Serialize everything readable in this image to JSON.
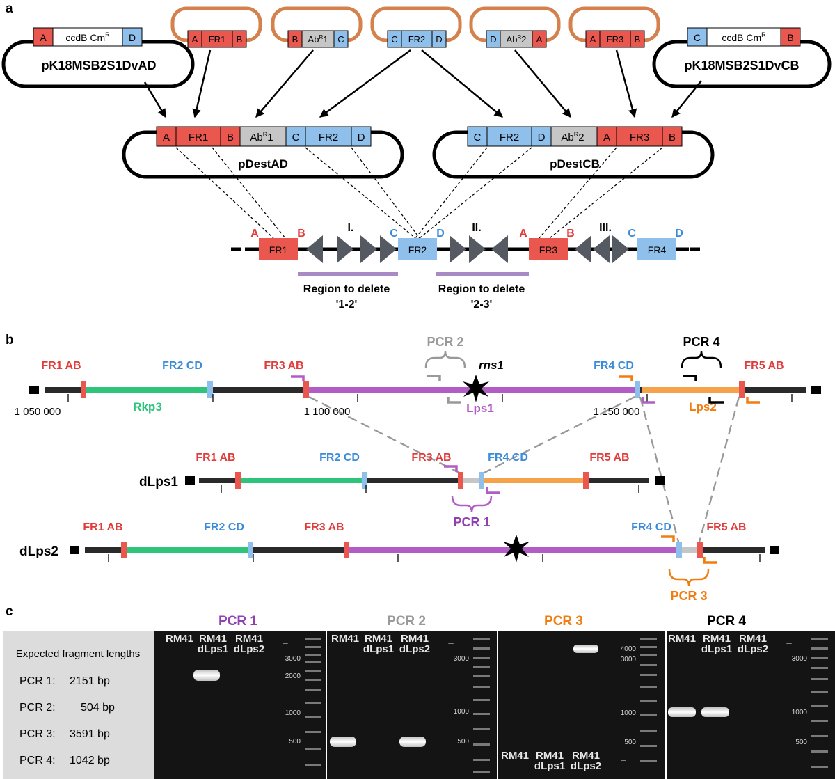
{
  "panel_labels": {
    "a": "a",
    "b": "b",
    "c": "c"
  },
  "colors": {
    "site_ab": "#e9574f",
    "site_cd": "#8fbfeb",
    "resistance": "#c6c6c6",
    "orange_loop": "#d4814e",
    "rkp3": "#2ec47b",
    "lps1": "#b25cc6",
    "lps2": "#f5a24a",
    "dark_arrow": "#555a62",
    "region_bar": "#a88bc4",
    "red_text": "#e03c3c",
    "blue_text": "#3c8bd9",
    "purple_text": "#9040b0",
    "gray_text": "#999999",
    "orange_text": "#f07d10",
    "gel_bg": "#141414",
    "caption_bg": "#dcdcdc"
  },
  "panel_a": {
    "vector_left": {
      "name": "pK18MSB2S1DvAD",
      "site1": "A",
      "site2": "D",
      "cassette": "ccdB Cm",
      "sup": "R"
    },
    "vector_right": {
      "name": "pK18MSB2S1DvCB",
      "site1": "C",
      "site2": "B",
      "cassette": "ccdB Cm",
      "sup": "R"
    },
    "modules": [
      {
        "left": "A",
        "mid": "FR1",
        "right": "B"
      },
      {
        "left": "B",
        "mid": "Ab",
        "sup": "R",
        "num": "1",
        "right": "C"
      },
      {
        "left": "C",
        "mid": "FR2",
        "right": "D"
      },
      {
        "left": "D",
        "mid": "Ab",
        "sup": "R",
        "num": "2",
        "right": "A"
      },
      {
        "left": "A",
        "mid": "FR3",
        "right": "B"
      }
    ],
    "dest_left": {
      "name": "pDestAD",
      "parts": [
        "A",
        "FR1",
        "B",
        "Ab",
        "C",
        "FR2",
        "D"
      ],
      "ab_sup": "R",
      "ab_num": "1"
    },
    "dest_right": {
      "name": "pDestCB",
      "parts": [
        "C",
        "FR2",
        "D",
        "Ab",
        "A",
        "FR3",
        "B"
      ],
      "ab_sup": "R",
      "ab_num": "2"
    },
    "genome": {
      "fr1": "FR1",
      "fr2": "FR2",
      "fr3": "FR3",
      "fr4": "FR4",
      "site_labels": [
        "A",
        "B",
        "C",
        "D",
        "A",
        "B",
        "C",
        "D"
      ],
      "region_numbers": [
        "I.",
        "II.",
        "III."
      ],
      "delete_1": {
        "line1": "Region to delete",
        "line2": "'1-2'"
      },
      "delete_2": {
        "line1": "Region to delete",
        "line2": "'2-3'"
      }
    }
  },
  "panel_b": {
    "top": {
      "labels": [
        "FR1 AB",
        "FR2 CD",
        "FR3 AB",
        "FR4 CD",
        "FR5 AB"
      ],
      "rkp3": "Rkp3",
      "lps1": "Lps1",
      "lps2": "Lps2",
      "rns1": "rns1",
      "pcr2": "PCR 2",
      "pcr4": "PCR 4",
      "ticks": [
        "1 050 000",
        "1 100 000",
        "1 150 000"
      ]
    },
    "dlps1": {
      "name": "dLps1",
      "labels": [
        "FR1 AB",
        "FR2 CD",
        "FR3 AB",
        "FR4 CD",
        "FR5 AB"
      ],
      "pcr1": "PCR 1"
    },
    "dlps2": {
      "name": "dLps2",
      "labels": [
        "FR1 AB",
        "FR2 CD",
        "FR3 AB",
        "FR4 CD",
        "FR5 AB"
      ],
      "pcr3": "PCR 3"
    }
  },
  "panel_c": {
    "caption_title": "Expected fragment lengths",
    "caption_rows": [
      {
        "label": "PCR 1:",
        "value": "2151 bp"
      },
      {
        "label": "PCR 2:",
        "value": "504 bp"
      },
      {
        "label": "PCR 3:",
        "value": "3591 bp"
      },
      {
        "label": "PCR 4:",
        "value": "1042 bp"
      }
    ],
    "gels": [
      {
        "title": "PCR 1",
        "lanes": [
          [
            "RM41",
            ""
          ],
          [
            "RM41",
            "dLps1"
          ],
          [
            "RM41",
            "dLps2"
          ]
        ],
        "dash": "–",
        "markers": [
          "3000",
          "2000",
          "1000",
          "500"
        ]
      },
      {
        "title": "PCR 2",
        "lanes": [
          [
            "RM41",
            ""
          ],
          [
            "RM41",
            "dLps1"
          ],
          [
            "RM41",
            "dLps2"
          ]
        ],
        "dash": "–",
        "markers": [
          "3000",
          "1000",
          "500"
        ]
      },
      {
        "title": "PCR 3",
        "lanes": [
          [
            "RM41",
            ""
          ],
          [
            "RM41",
            "dLps1"
          ],
          [
            "RM41",
            "dLps2"
          ]
        ],
        "dash": "–",
        "markers": [
          "4000",
          "3000",
          "1000",
          "500"
        ]
      },
      {
        "title": "PCR 4",
        "lanes": [
          [
            "RM41",
            ""
          ],
          [
            "RM41",
            "dLps1"
          ],
          [
            "RM41",
            "dLps2"
          ]
        ],
        "dash": "–",
        "markers": [
          "3000",
          "1000",
          "500"
        ]
      }
    ]
  }
}
